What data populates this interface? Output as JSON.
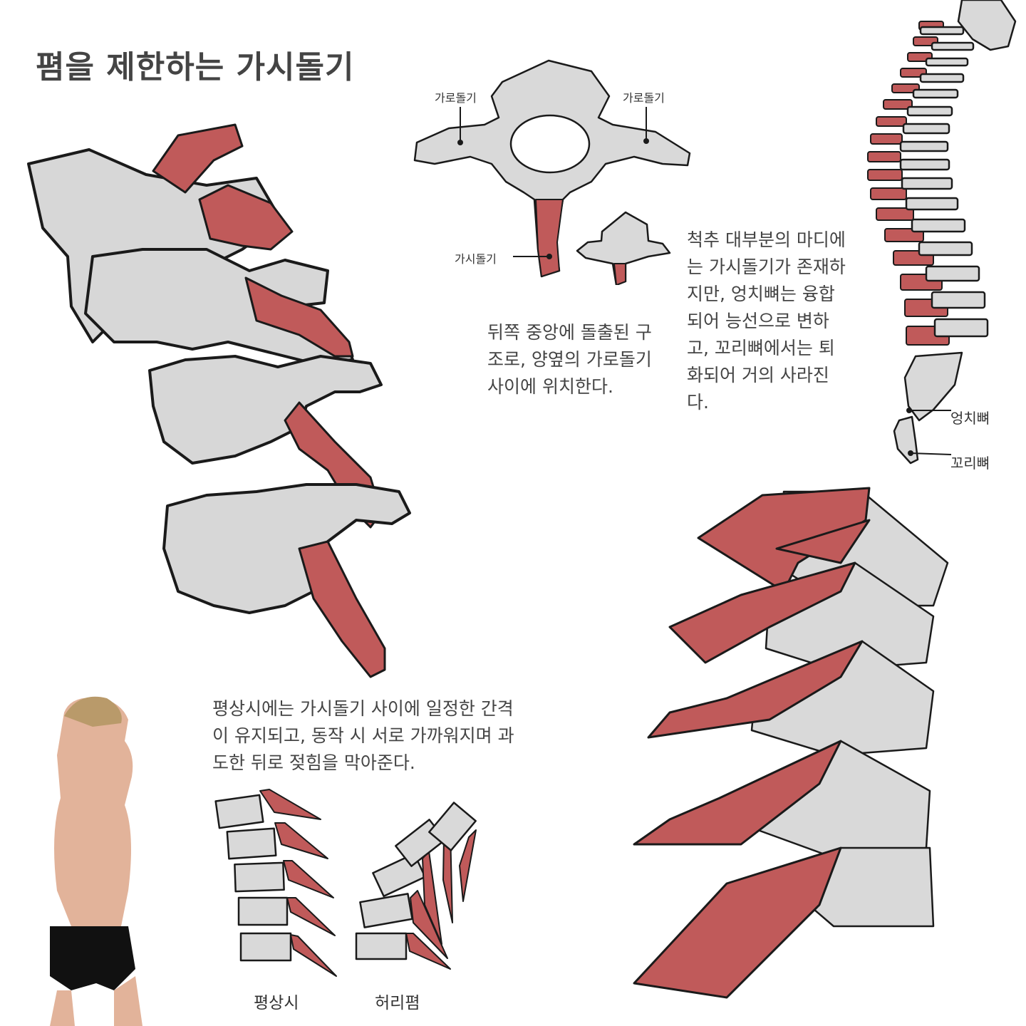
{
  "title": "폄을 제한하는 가시돌기",
  "vertebra_labels": {
    "transverse_left": "가로돌기",
    "transverse_right": "가로돌기",
    "spinous": "가시돌기"
  },
  "caption_center": "뒤쪽 중앙에 돌출된 구\n조로, 양옆의 가로돌기\n사이에 위치한다.",
  "caption_right": "척추 대부분의 마디에\n는 가시돌기가 존재하\n지만, 엉치뼈는 융합\n되어 능선으로 변하\n고, 꼬리뼈에서는 퇴\n화되어 거의 사라진\n다.",
  "spine_labels": {
    "sacrum": "엉치뼈",
    "coccyx": "꼬리뼈"
  },
  "caption_bottom": "평상시에는 가시돌기 사이에 일정한 간격\n이 유지되고, 동작 시 서로 가까워지며 과\n도한 뒤로 젖힘을 막아준다.",
  "block_labels": {
    "neutral": "평상시",
    "extension": "허리폄"
  },
  "colors": {
    "bone": "#d7d7d7",
    "spinous_process": "#c05a5a",
    "outline": "#1a1a1a"
  }
}
